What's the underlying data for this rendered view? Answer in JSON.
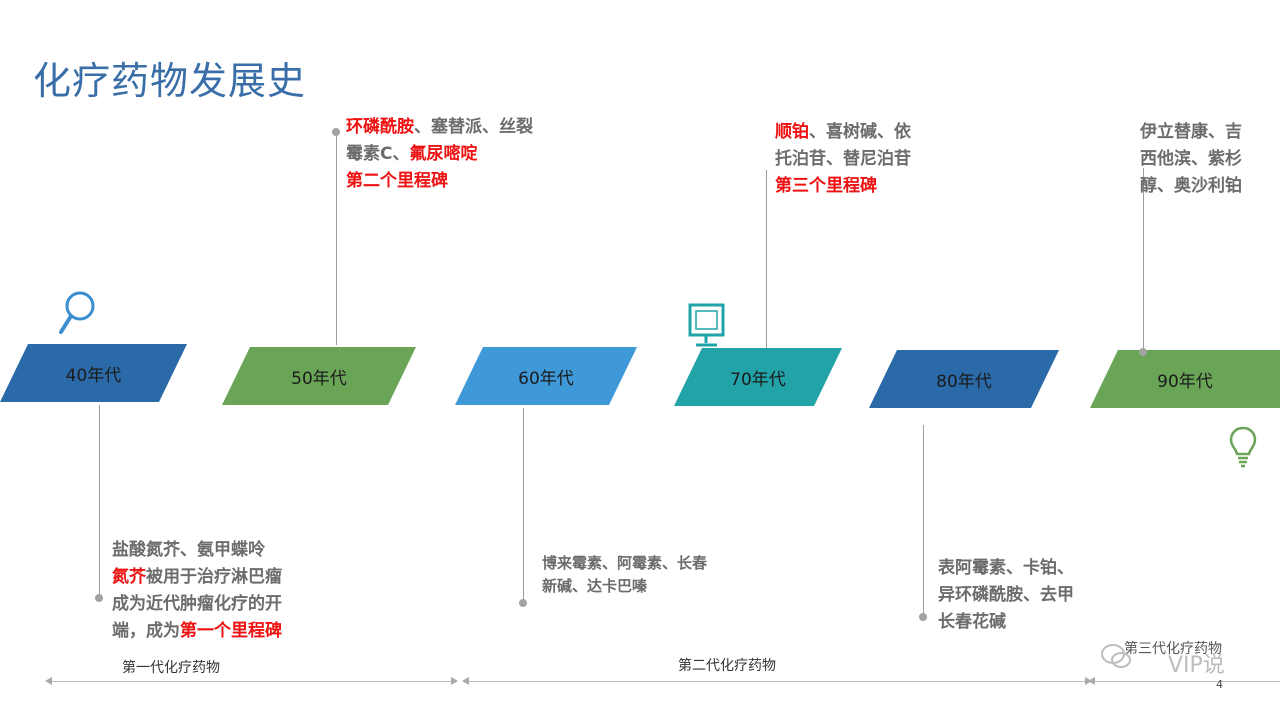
{
  "title": "化疗药物发展史",
  "colors": {
    "blue_dark": "#2b6aa8",
    "green": "#6aa557",
    "blue_light": "#3f98d8",
    "teal": "#21a3a8",
    "red_highlight": "#ee1111",
    "gray_text": "#6c6c6c"
  },
  "decades": [
    {
      "label": "40年代",
      "color": "#2b6aa8"
    },
    {
      "label": "50年代",
      "color": "#6aa557"
    },
    {
      "label": "60年代",
      "color": "#3f98d8"
    },
    {
      "label": "70年代",
      "color": "#21a3a8"
    },
    {
      "label": "80年代",
      "color": "#2b6aa8"
    },
    {
      "label": "90年代",
      "color": "#6aa557"
    }
  ],
  "icons": [
    "magnifier-icon",
    "monitor-icon",
    "lightbulb-icon",
    "wechat-icon"
  ],
  "notes": {
    "n40": {
      "l1": "盐酸氮芥、氨甲蝶呤",
      "l2_red": "氮芥",
      "l2": "被用于治疗淋巴瘤",
      "l3": "成为近代肿瘤化疗的开",
      "l4": "端，成为",
      "l4_red": "第一个里程碑"
    },
    "n50": {
      "l1_red": "环磷酰胺",
      "l1": "、塞替派、丝裂",
      "l2": "霉素C、",
      "l2_red": "氟尿嘧啶",
      "l3_red": "第二个里程碑"
    },
    "n60": {
      "l1": "博来霉素、阿霉素、长春",
      "l2": "新碱、达卡巴嗪"
    },
    "n70": {
      "l1_red": "顺铂",
      "l1": "、喜树碱、依",
      "l2": "托泊苷、替尼泊苷",
      "l3_red": "第三个里程碑"
    },
    "n80": {
      "l1": "表阿霉素、卡铂、",
      "l2": "异环磷酰胺、去甲",
      "l3": "长春花碱"
    },
    "n90": {
      "l1": "伊立替康、吉",
      "l2": "西他滨、紫杉",
      "l3": "醇、奥沙利铂"
    }
  },
  "eras": [
    {
      "label": "第一代化疗药物"
    },
    {
      "label": "第二代化疗药物"
    },
    {
      "label": "第三代化疗药物"
    }
  ],
  "watermark": "VIP说",
  "page_number": "4"
}
